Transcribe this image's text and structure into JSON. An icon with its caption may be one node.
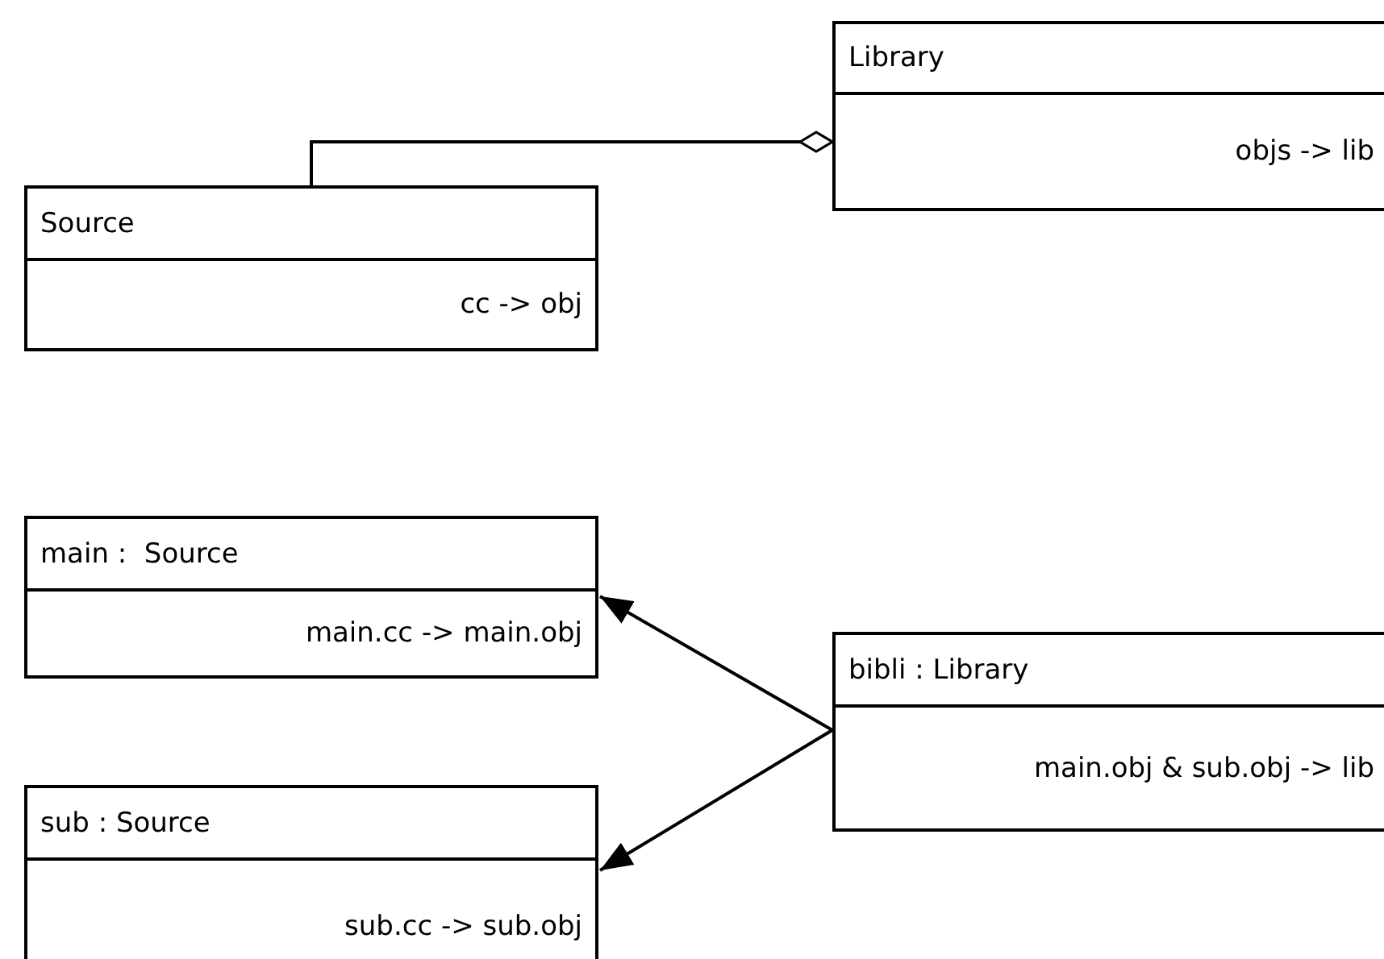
{
  "diagram": {
    "nodes": [
      {
        "text": [
          "Library",
          "objs -> lib"
        ]
      },
      {
        "text": [
          "Source",
          "cc -> obj"
        ]
      },
      {
        "text": [
          "main :  Source",
          "main.cc -> main.obj"
        ]
      },
      {
        "text": [
          "bibli : Library",
          "main.obj & sub.obj -> lib"
        ]
      },
      {
        "text": [
          "sub : Source",
          "sub.cc -> sub.obj"
        ]
      }
    ],
    "edges": [
      {
        "from": 1,
        "to": 0,
        "arrow": "other"
      },
      {
        "from": 3,
        "to": 2,
        "arrow": "to"
      },
      {
        "from": 3,
        "to": 4,
        "arrow": "to"
      }
    ]
  }
}
